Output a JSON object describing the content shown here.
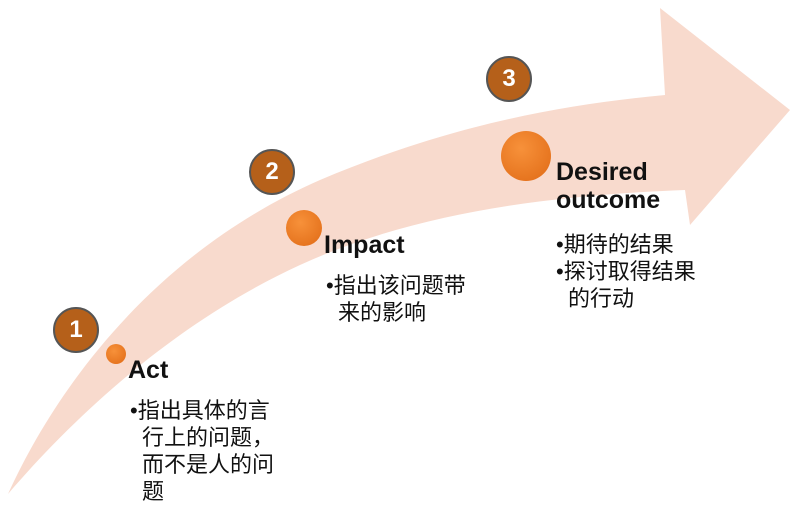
{
  "colors": {
    "arrow": "#f8dacd",
    "step_circle": "#b5601a",
    "dot": "#ef7d25"
  },
  "steps": [
    {
      "number": "1",
      "title": "Act",
      "bullets": [
        "•指出具体的言行上的问题，而不是人的问题"
      ]
    },
    {
      "number": "2",
      "title": "Impact",
      "bullets": [
        "•指出该问题带来的影响"
      ]
    },
    {
      "number": "3",
      "title": "Desired outcome",
      "bullets": [
        "•期待的结果",
        "•探讨取得结果的行动"
      ]
    }
  ]
}
